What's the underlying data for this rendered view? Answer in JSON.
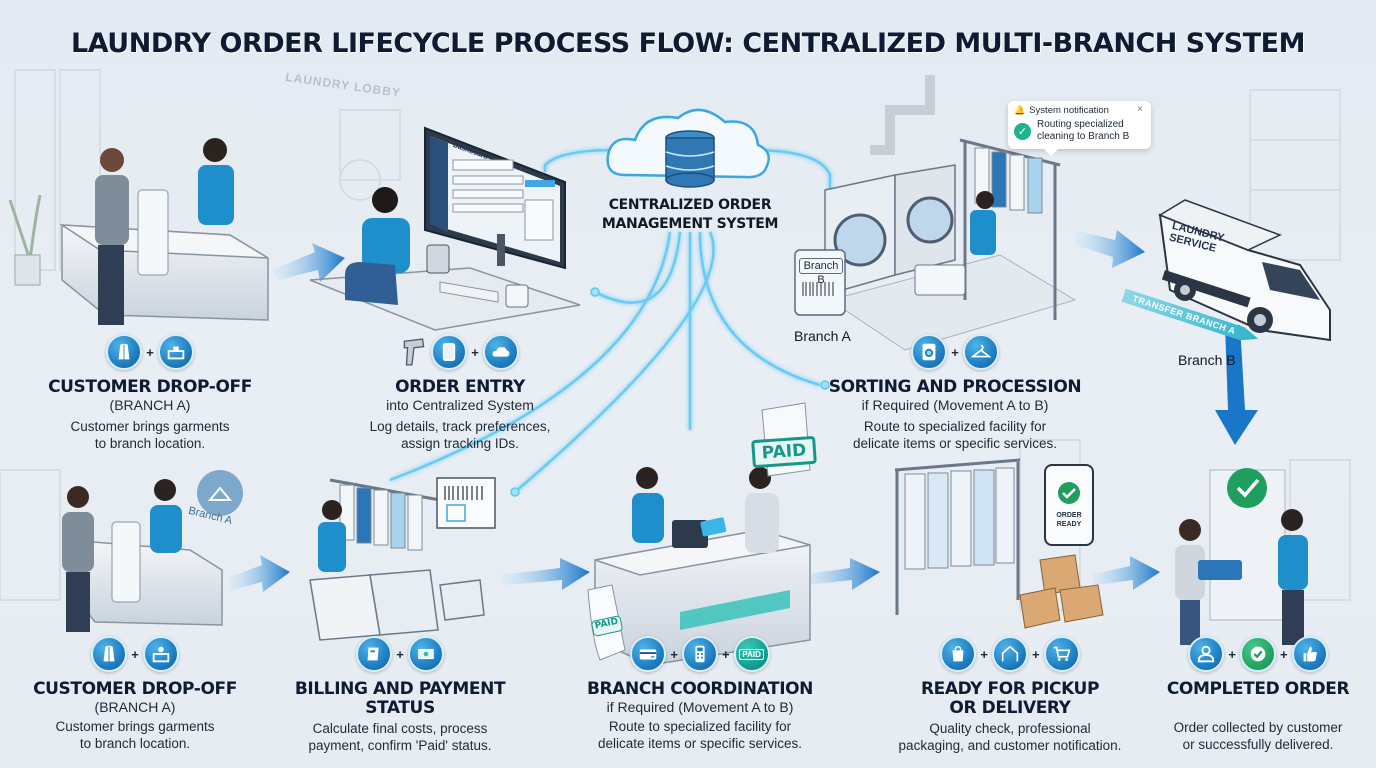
{
  "title": "LAUNDRY ORDER LIFECYCLE PROCESS FLOW: CENTRALIZED MULTI-BRANCH SYSTEM",
  "scene_labels": {
    "lobby": "LAUNDRY LOBBY",
    "branch_b_tag": "Branch B",
    "branch_a_label": "Branch A",
    "branch_b_label": "Branch B",
    "branch_a_sign": "Branch A",
    "van_line1": "LAUNDRY",
    "van_line2": "SERVICE",
    "transfer_banner": "TRANSFER BRANCH A",
    "paid_stamp_top": "PAID",
    "paid_stamp_receipt": "PAID",
    "phone_line1": "ORDER",
    "phone_line2": "READY",
    "dashboard_heading": "Dashboard"
  },
  "central_system": {
    "line1": "CENTRALIZED ORDER",
    "line2": "MANAGEMENT SYSTEM",
    "icon": "cloud-database-icon"
  },
  "notification": {
    "header": "System notification",
    "message_line1": "Routing specialized",
    "message_line2": "cleaning to Branch B",
    "close": "×"
  },
  "stages_top": [
    {
      "id": "drop-off",
      "title": "CUSTOMER DROP-OFF",
      "subtitle": "(BRANCH A)",
      "desc_line1": "Customer brings garments",
      "desc_line2": "to branch location.",
      "icons": [
        "garment-bag-icon",
        "counter-icon"
      ]
    },
    {
      "id": "order-entry",
      "title": "ORDER ENTRY",
      "subtitle": "into Centralized System",
      "desc_line1": "Log details, track preferences,",
      "desc_line2": "assign tracking IDs.",
      "icons": [
        "barcode-scanner-icon",
        "tablet-icon",
        "cloud-icon"
      ]
    },
    {
      "id": "sorting",
      "title": "SORTING AND PROCESSION",
      "subtitle": "if Required (Movement A to B)",
      "desc_line1": "Route to specialized facility for",
      "desc_line2": "delicate items or specific services.",
      "icons": [
        "washing-machine-icon",
        "hanger-icon"
      ]
    }
  ],
  "stages_bottom": [
    {
      "id": "drop-off-2",
      "title": "CUSTOMER DROP-OFF",
      "subtitle": "(BRANCH A)",
      "desc_line1": "Customer brings garments",
      "desc_line2": "to branch location.",
      "icons": [
        "garment-bag-icon",
        "reception-icon"
      ]
    },
    {
      "id": "billing",
      "title_line1": "BILLING AND PAYMENT",
      "title_line2": "STATUS",
      "desc_line1": "Calculate final costs, process",
      "desc_line2": "payment, confirm 'Paid' status.",
      "icons": [
        "invoice-icon",
        "cash-icon"
      ]
    },
    {
      "id": "coordination",
      "title": "BRANCH COORDINATION",
      "subtitle": "if Required (Movement A to B)",
      "desc_line1": "Route to specialized facility for",
      "desc_line2": "delicate items or specific services.",
      "icons": [
        "credit-card-icon",
        "card-terminal-icon",
        "paid-stamp-icon"
      ],
      "paid_icon_text": "PAID"
    },
    {
      "id": "ready",
      "title_line1": "READY FOR PICKUP",
      "title_line2": "OR DELIVERY",
      "desc_line1": "Quality check, professional",
      "desc_line2": "packaging, and customer notification.",
      "icons": [
        "bag-icon",
        "hanger-icon",
        "cart-icon"
      ]
    },
    {
      "id": "completed",
      "title": "COMPLETED ORDER",
      "desc_line1": "Order collected by customer",
      "desc_line2": "or successfully delivered.",
      "icons": [
        "user-icon",
        "check-icon",
        "thumbs-up-icon"
      ]
    }
  ],
  "plus": "+",
  "colors": {
    "accent_blue": "#1f7fc2",
    "glow_line": "#5cc8f5",
    "title_navy": "#0f1b33",
    "paid_teal": "#17978a",
    "success_green": "#1f9e5d"
  }
}
